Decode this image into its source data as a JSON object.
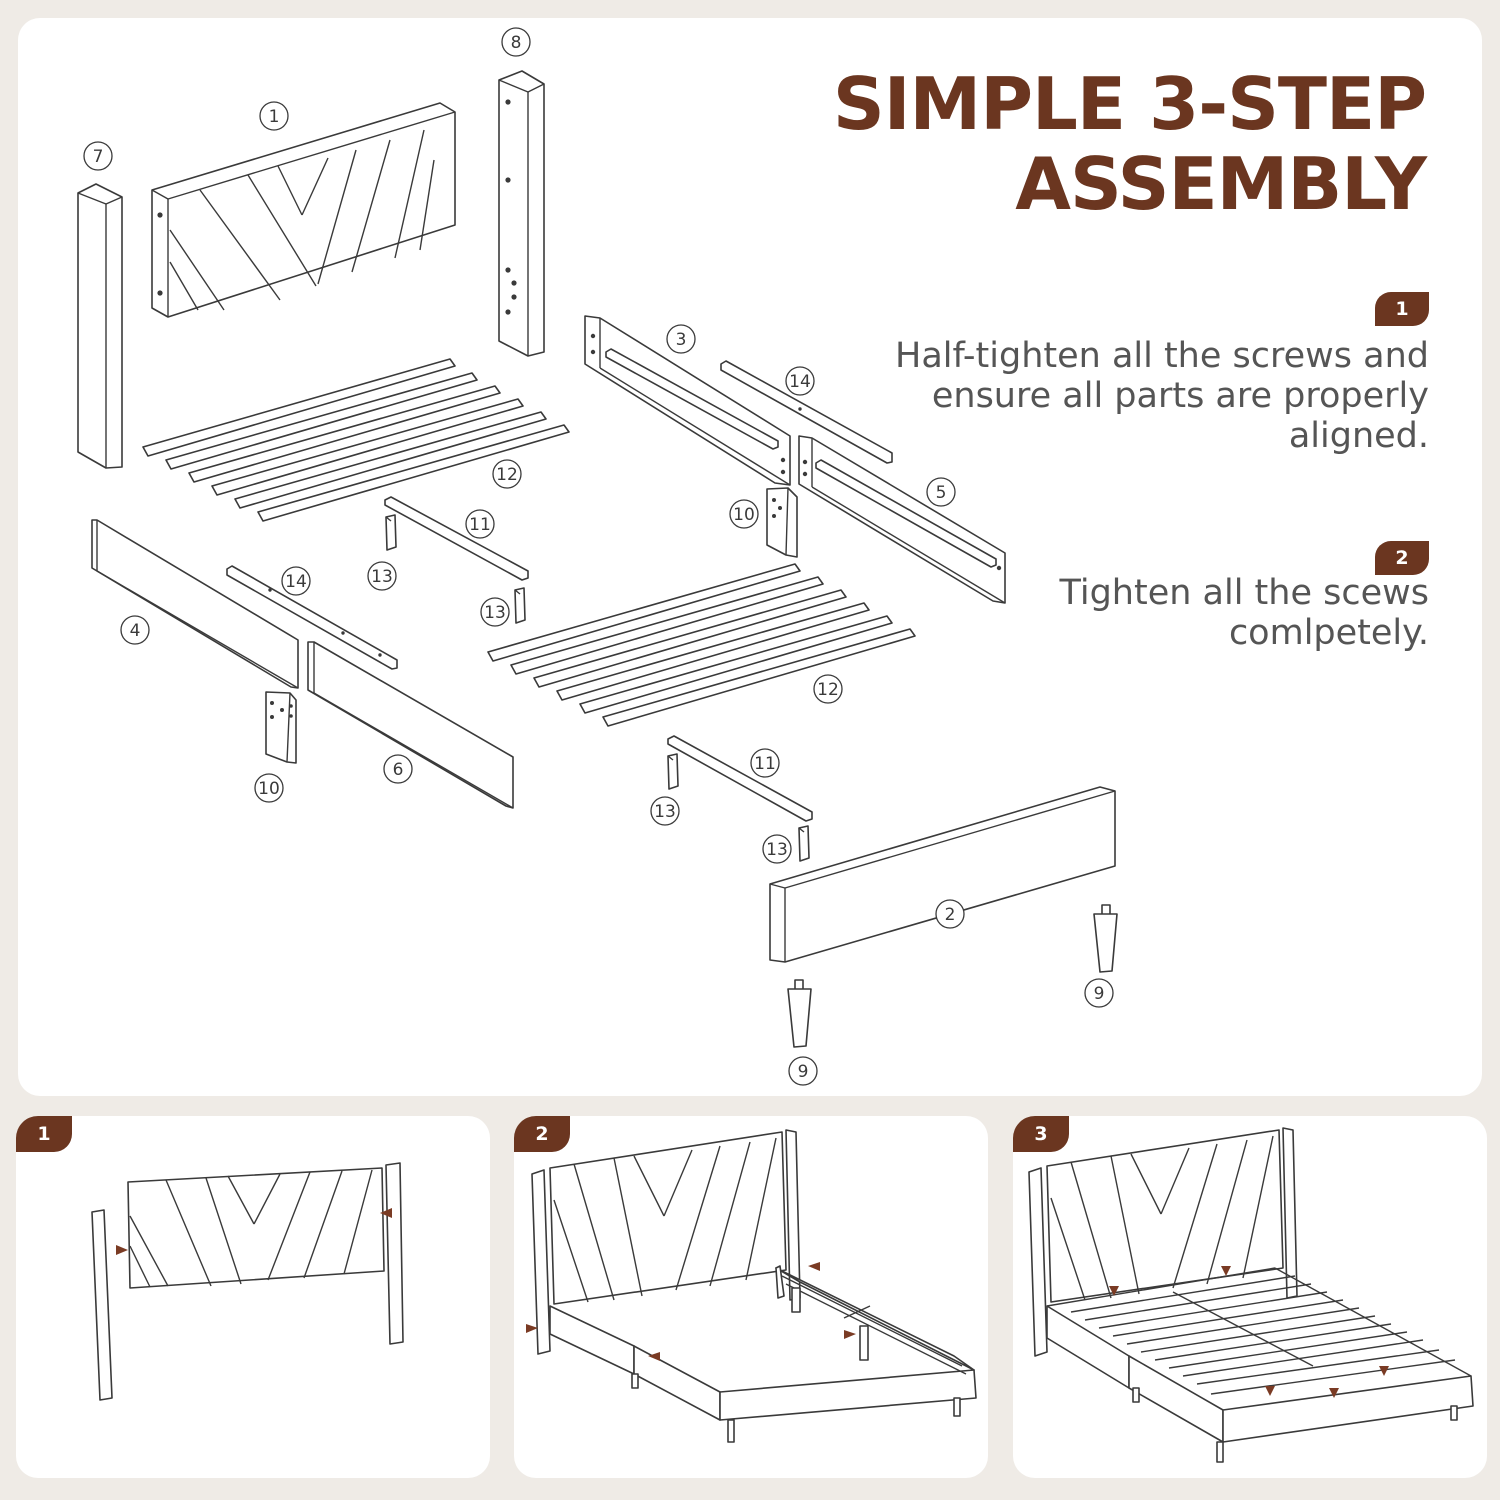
{
  "title": {
    "line1": "SIMPLE 3-STEP",
    "line2": "ASSEMBLY"
  },
  "steps": [
    {
      "number": "1",
      "text": "Half-tighten all the screws and ensure all parts are properly aligned."
    },
    {
      "number": "2",
      "text": "Tighten all the scews comlpetely."
    }
  ],
  "part_numbers": [
    "1",
    "2",
    "3",
    "4",
    "5",
    "6",
    "7",
    "8",
    "9",
    "10",
    "11",
    "12",
    "13",
    "14"
  ],
  "panels": [
    {
      "number": "1"
    },
    {
      "number": "2"
    },
    {
      "number": "3"
    }
  ],
  "colors": {
    "accent": "#6b3620",
    "background": "#efebe6",
    "panel": "#ffffff",
    "line": "#3a3a3a",
    "arrow": "#7a3b24"
  }
}
